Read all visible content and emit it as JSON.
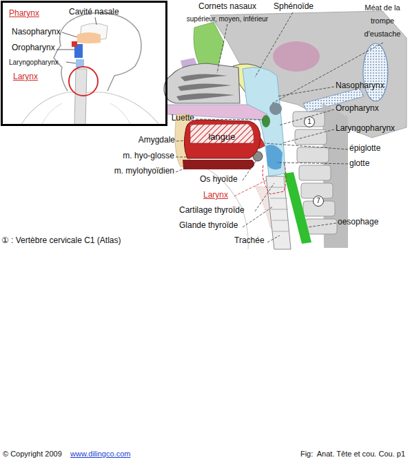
{
  "diagram": {
    "caption": "Fig:  Anat. Tête et cou. Cou. p1",
    "nodes": [
      {
        "text": [
          "Pharynx",
          "Cavité nasale",
          "Nasopharynx",
          "Oropharynx",
          "Laryngopharynx",
          "Larynx"
        ]
      },
      {
        "text": [
          "langue"
        ]
      },
      {
        "text": [
          "1"
        ]
      },
      {
        "text": [
          "7"
        ]
      }
    ],
    "labels": [
      "Cornets nasaux",
      "supérieur, moyen, inférieur",
      "Sphénoïde",
      "Méat de la trompe d'eustache",
      "Nasopharynx",
      "Luette",
      "Oropharynx",
      "Amygdale",
      "Laryngopharynx",
      "m. hyo-glosse",
      "épiglotte",
      "m. mylohyoïdien",
      "glotte",
      "Os hyoïde",
      "Larynx",
      "Cartilage thyroïde",
      "Glande thyroïde",
      "oesophage",
      "Trachée",
      "① : Vertèbre cervicale C1 (Atlas)",
      "© Copyright 2009",
      "www.dilingco.com"
    ]
  }
}
